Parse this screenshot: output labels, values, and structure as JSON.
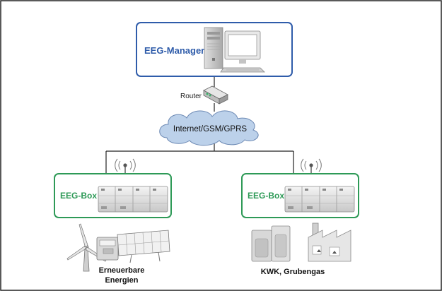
{
  "manager": {
    "label": "EEG-Manager"
  },
  "router": {
    "label": "Router"
  },
  "network": {
    "label": "Internet/GSM/GPRS"
  },
  "box_left": {
    "label": "EEG-Box"
  },
  "box_right": {
    "label": "EEG-Box"
  },
  "renewables": {
    "line1": "Erneuerbare",
    "line2": "Energien"
  },
  "kwk": {
    "label": "KWK, Grubengas"
  },
  "colors": {
    "manager_accent": "#2f5caa",
    "box_accent": "#2e9a57",
    "cloud_fill": "#bcd1ea"
  }
}
